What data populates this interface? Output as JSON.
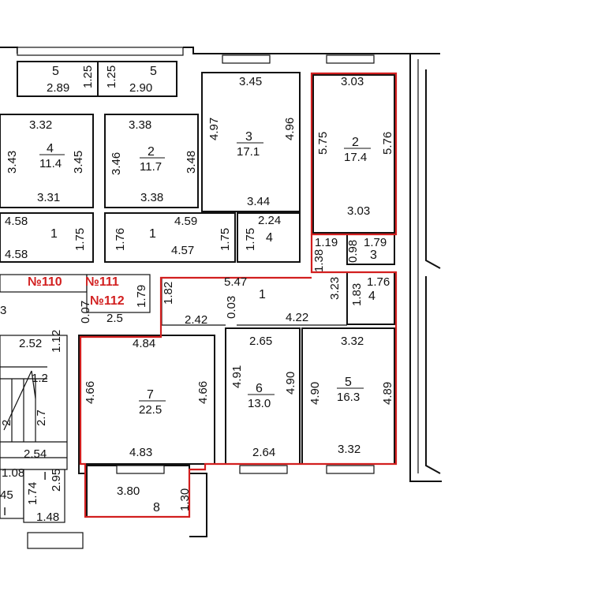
{
  "plan": {
    "apartments": [
      "№110",
      "№111",
      "№112"
    ],
    "top_rooms": [
      {
        "num": "5",
        "area": "2.89",
        "side": "1.25"
      },
      {
        "num": "5",
        "area": "2.90",
        "side": "1.25"
      }
    ],
    "room_4_left": {
      "num": "4",
      "area": "11.4",
      "top": "3.32",
      "bottom": "3.31",
      "left": "3.43",
      "right": "3.45"
    },
    "room_2_left": {
      "num": "2",
      "area": "11.7",
      "top": "3.38",
      "bottom": "3.38",
      "left": "3.46",
      "right": "3.48"
    },
    "room_3_top": {
      "num": "3",
      "area": "17.1",
      "top": "3.45",
      "bottom": "3.44",
      "left": "4.97",
      "right": "4.96"
    },
    "room_2_red": {
      "num": "2",
      "area": "17.4",
      "top": "3.03",
      "bottom": "3.03",
      "left": "5.75",
      "right": "5.76"
    },
    "corridor_left": {
      "num": "1",
      "top": "4.58",
      "bottom": "4.58",
      "right": "1.75"
    },
    "corridor_mid": {
      "num": "1",
      "top": "4.59",
      "bottom": "4.57",
      "left": "1.76",
      "right": "1.75"
    },
    "room_4_small": {
      "num": "4",
      "top": "2.24",
      "left": "1.75"
    },
    "room_3_small": {
      "num": "3",
      "top": "1.79",
      "a": "1.19",
      "b": "0.98",
      "c": "1.38"
    },
    "room_4_right": {
      "num": "4",
      "top": "1.76",
      "left": "1.83",
      "c": "3.23"
    },
    "hall": {
      "num": "1",
      "top": "5.47",
      "side": "0.03",
      "bottom": "4.22",
      "a": "1.79",
      "b": "1.82",
      "c": "2.42",
      "d": "0.07",
      "e": "2.5"
    },
    "room_7": {
      "num": "7",
      "area": "22.5",
      "top": "4.84",
      "bottom": "4.83",
      "left": "4.66",
      "right": "4.66"
    },
    "room_6": {
      "num": "6",
      "area": "13.0",
      "top": "2.65",
      "bottom": "2.64",
      "left": "4.91",
      "right": "4.90"
    },
    "room_5": {
      "num": "5",
      "area": "16.3",
      "top": "3.32",
      "bottom": "3.32",
      "left": "4.90",
      "right": "4.89"
    },
    "room_8": {
      "num": "8",
      "top": "3.80",
      "right": "1.30"
    },
    "stairs": {
      "a": "2.52",
      "b": "1.12",
      "c": "2.54",
      "d": "2.7",
      "e": "1.2",
      "f": "1.08",
      "g": "1.74",
      "h": "2.95",
      "i": "1.48",
      "j": "45",
      "k": "3",
      "l": "I",
      "m": "I",
      "n": "2"
    }
  }
}
